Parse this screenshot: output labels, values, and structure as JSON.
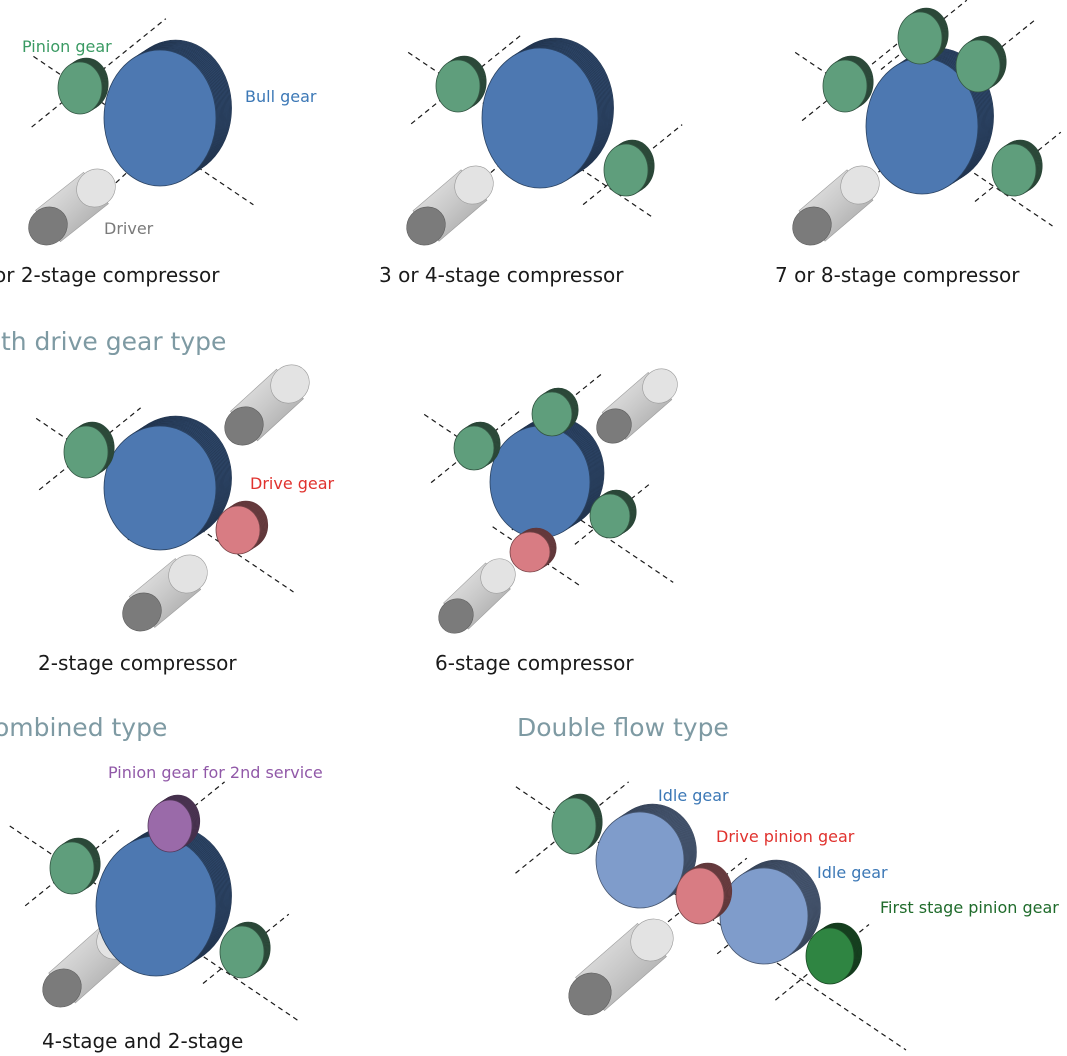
{
  "colors": {
    "pinion": "#5f9e7c",
    "bull": "#4d78b1",
    "idle": "#7f9ccb",
    "drive": "#d87c83",
    "purple": "#9a6aa9",
    "first_pinion": "#2f8542",
    "driver": "#c8c8c8",
    "section_title": "#7e9aa3",
    "label_green": "#3a9a63",
    "label_blue": "#3c78b6",
    "label_red": "#e0322e",
    "label_gray": "#7a7a7a",
    "label_purple": "#9159a8",
    "label_darkgreen": "#1f6b2b"
  },
  "sections": {
    "drive_gear": "ith drive gear type",
    "combined": "ombined type",
    "double_flow": "Double flow type"
  },
  "captions": {
    "c1": "or 2-stage compressor",
    "c2": "3 or 4-stage compressor",
    "c3": "7 or 8-stage compressor",
    "c4": "2-stage compressor",
    "c5": "6-stage compressor",
    "c6": "4-stage and 2-stage"
  },
  "labels": {
    "pinion_gear": "Pinion gear",
    "bull_gear": "Bull gear",
    "driver": "Driver",
    "drive_gear": "Drive gear",
    "pinion_2nd_service": "Pinion gear for 2nd service",
    "idle_gear_1": "Idle gear",
    "drive_pinion_gear": "Drive pinion gear",
    "idle_gear_2": "Idle gear",
    "first_stage_pinion": "First stage pinion gear"
  }
}
